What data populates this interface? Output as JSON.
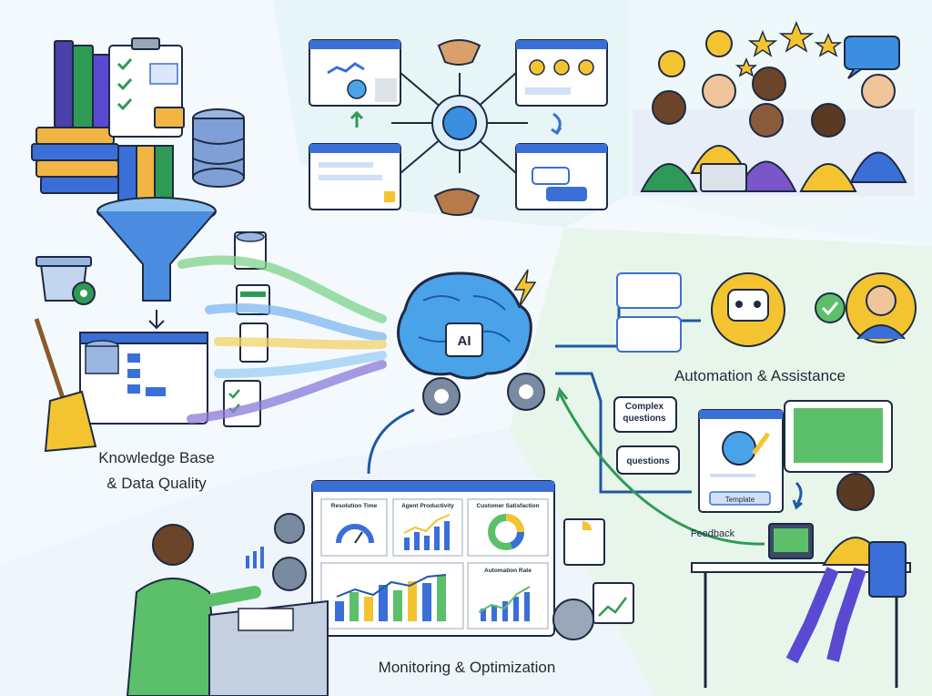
{
  "sections": {
    "knowledge": {
      "line1": "Knowledge Base",
      "line2": "& Data Quality"
    },
    "automation": {
      "title": "Automation & Assistance"
    },
    "monitoring": {
      "title": "Monitoring & Optimization"
    }
  },
  "center": {
    "ai_label": "AI"
  },
  "automation": {
    "bubble_complex": "Complex questions",
    "bubble_questions": "questions",
    "template_button": "Template",
    "feedback": "Feedback"
  },
  "dashboard": {
    "panel1": "Resolution Time",
    "panel2": "Agent Productivity",
    "panel3": "Customer Satisfaction",
    "panel4": "Automation Rate"
  },
  "colors": {
    "accent_blue": "#3b6fd8",
    "accent_green": "#5cbf6a",
    "accent_purple": "#7a56c9",
    "brain_blue": "#4aa3e8",
    "bg_teal": "#e3f4f3",
    "bg_green": "#e6f4e8",
    "yellow": "#f4c430"
  },
  "icons": [
    "books-icon",
    "clipboard-icon",
    "database-icon",
    "funnel-icon",
    "broom-icon",
    "handshake-icon",
    "lightbulb-icon",
    "star-icon",
    "brain-icon",
    "gear-icon",
    "robot-icon",
    "check-icon",
    "headset-person-icon",
    "chart-icon"
  ]
}
